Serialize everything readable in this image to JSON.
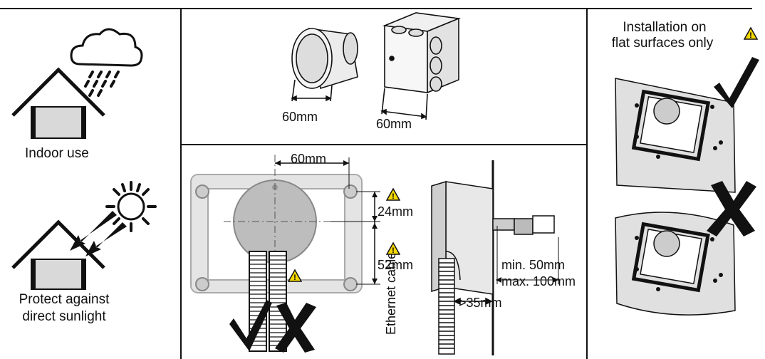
{
  "left_panel": {
    "indoor_label": "Indoor use",
    "sunlight_label_line1": "Protect against",
    "sunlight_label_line2": "direct sunlight"
  },
  "top_middle_panel": {
    "round_box_dim": "60mm",
    "square_box_dim": "60mm"
  },
  "bottom_middle_panel": {
    "width_dim": "60mm",
    "upper_offset_dim": "24mm",
    "lower_offset_dim": "52mm",
    "depth_dim": ">35mm",
    "cable_label": "Ethernet cable",
    "min_length": "min. 50mm",
    "max_length": "max. 100mm"
  },
  "right_panel": {
    "title_line1": "Installation on",
    "title_line2": "flat surfaces only"
  },
  "icons": {
    "warning": "warning-icon",
    "check": "checkmark-icon",
    "cross": "cross-icon"
  },
  "colors": {
    "warning_fill": "#f5d800",
    "line": "#111111",
    "light_gray": "#d9d9d9",
    "mid_gray": "#bdbdbd"
  }
}
